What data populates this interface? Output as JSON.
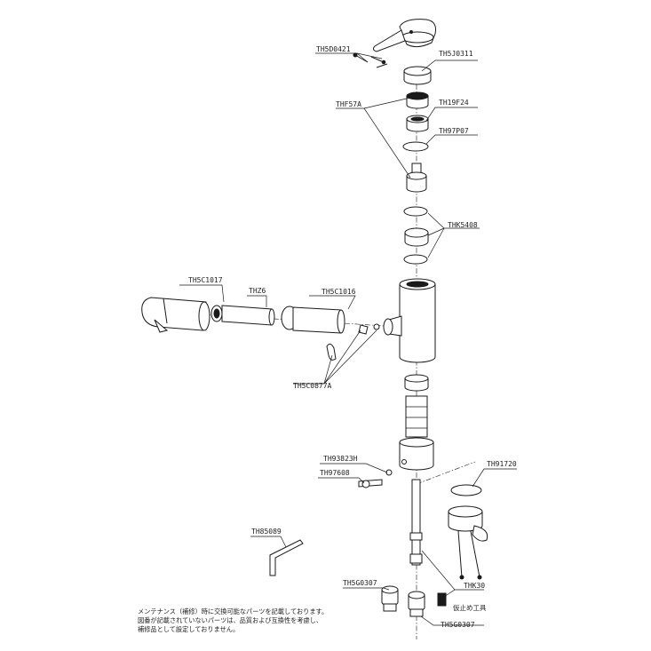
{
  "labels": {
    "th5d0421": "TH5D0421",
    "th5j0311": "TH5J0311",
    "thf57a": "THF57A",
    "th19f24": "TH19F24",
    "th97p07": "TH97P07",
    "thk5408": "THK5408",
    "th5c1017": "TH5C1017",
    "thz6": "THZ6",
    "th5c1016": "TH5C1016",
    "th5c0877a": "TH5C0877A",
    "th93823h": "TH93823H",
    "th97608": "TH97608",
    "th91720": "TH91720",
    "th85089": "TH85089",
    "th5g0307_left": "TH5G0307",
    "thk30": "THK30",
    "tool_label": "仮止め工具",
    "th5g0307_right": "TH5G0307"
  },
  "note": {
    "line1": "メンテナンス（補修）時に交換可能なパーツを記載しております。",
    "line2": "図番が記載されていないパーツは、品質および互換性を考慮し、",
    "line3": "補修品として設定しておりません。"
  }
}
